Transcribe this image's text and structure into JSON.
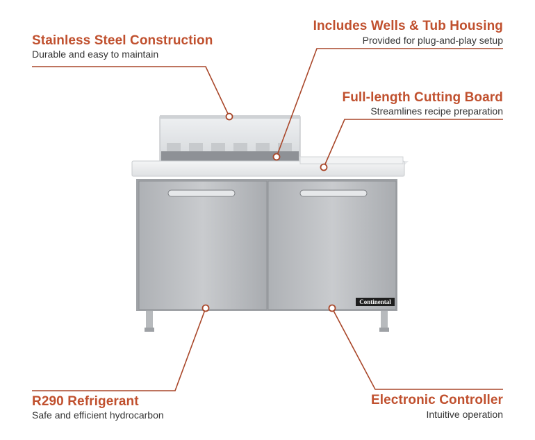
{
  "features": {
    "stainless": {
      "title": "Stainless Steel Construction",
      "subtitle": "Durable and easy to maintain"
    },
    "wells": {
      "title": "Includes Wells & Tub Housing",
      "subtitle": "Provided for plug-and-play setup"
    },
    "cutting_board": {
      "title": "Full-length Cutting Board",
      "subtitle": "Streamlines recipe preparation"
    },
    "refrigerant": {
      "title": "R290 Refrigerant",
      "subtitle": "Safe and efficient hydrocarbon"
    },
    "controller": {
      "title": "Electronic Controller",
      "subtitle": "Intuitive operation"
    }
  },
  "product": {
    "brand_badge": "Continental"
  },
  "colors": {
    "accent": "#c0502e",
    "steel": "#b9bcc0",
    "text": "#333333"
  }
}
